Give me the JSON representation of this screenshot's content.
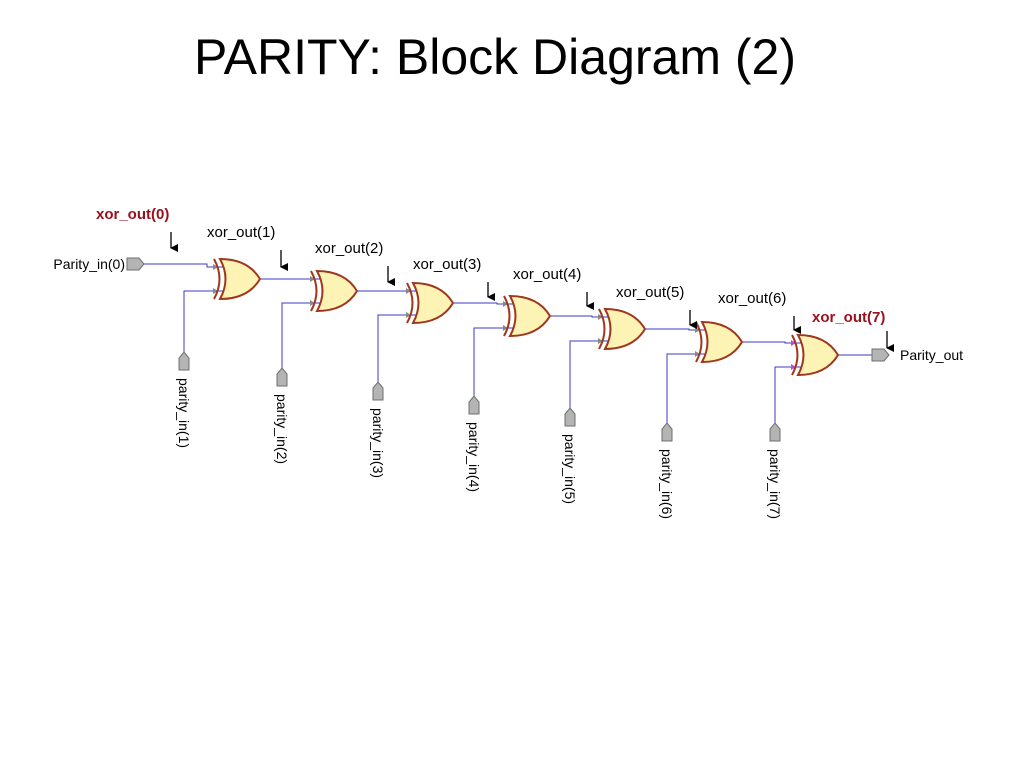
{
  "title": "PARITY: Block Diagram (2)",
  "colors": {
    "wire": "#3b3bc8",
    "gate_fill": "#fdf3b4",
    "gate_stroke": "#a0361c",
    "port_fill": "#b4b4b4",
    "port_stroke": "#6e6e6e",
    "highlight": "#9a0f1c",
    "arrow": "#000000"
  },
  "input_port": "Parity_in(0)",
  "output_port": "Parity_out",
  "input_pins": [
    "parity_in(1)",
    "parity_in(2)",
    "parity_in(3)",
    "parity_in(4)",
    "parity_in(5)",
    "parity_in(6)",
    "parity_in(7)"
  ],
  "signals": [
    {
      "label": "xor_out(0)",
      "highlight": true
    },
    {
      "label": "xor_out(1)",
      "highlight": false
    },
    {
      "label": "xor_out(2)",
      "highlight": false
    },
    {
      "label": "xor_out(3)",
      "highlight": false
    },
    {
      "label": "xor_out(4)",
      "highlight": false
    },
    {
      "label": "xor_out(5)",
      "highlight": false
    },
    {
      "label": "xor_out(6)",
      "highlight": false
    },
    {
      "label": "xor_out(7)",
      "highlight": true
    }
  ],
  "gate_count": 7
}
